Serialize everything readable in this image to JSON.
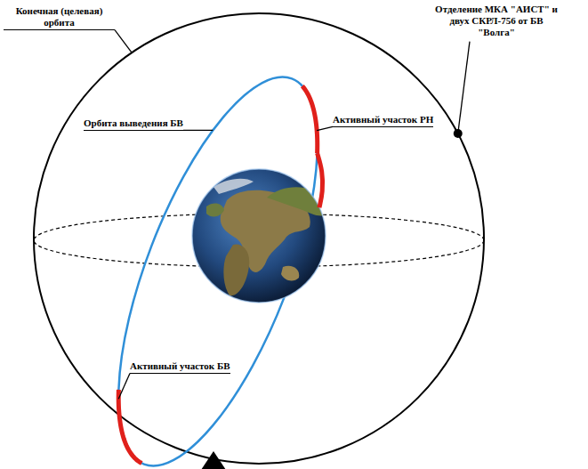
{
  "diagram": {
    "labels": [
      "Конечная (целевая) орбита",
      "Отделение МКА \"АИСТ\" и двух СКРЛ-756 от БВ \"Волга\"",
      "Орбита выведения БВ",
      "Активный участок РН",
      "Активный участок БВ"
    ]
  }
}
